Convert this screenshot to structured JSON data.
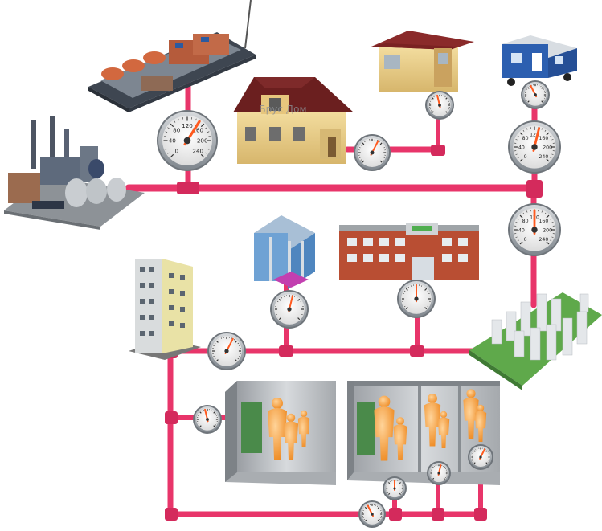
{
  "colors": {
    "pipe": "#e8356a",
    "pipe_joint": "#d42a5c",
    "gauge_rim": "#9aa0a6",
    "gauge_face": "#f4f4f4",
    "gauge_needle": "#ff5a1f",
    "people": "#f7a245",
    "room_wall": "#b8bcc0",
    "door": "#3f7a3f",
    "lawn": "#5fa94b"
  },
  "gauges": {
    "scale_labels": [
      "0",
      "40",
      "80",
      "120",
      "160",
      "200",
      "240"
    ],
    "large": [
      {
        "id": "source",
        "needle": 0.62
      },
      {
        "id": "junction",
        "needle": 0.55
      },
      {
        "id": "main-right",
        "needle": 0.5
      }
    ],
    "small": [
      {
        "id": "cottage",
        "needle": 0.6
      },
      {
        "id": "garden-house",
        "needle": 0.45
      },
      {
        "id": "cabin-trailer",
        "needle": 0.4
      },
      {
        "id": "office",
        "needle": 0.55
      },
      {
        "id": "school",
        "needle": 0.5
      },
      {
        "id": "tower",
        "needle": 0.6
      },
      {
        "id": "apartment-left",
        "needle": 0.45
      },
      {
        "id": "apartment-right-1",
        "needle": 0.5
      },
      {
        "id": "apartment-right-2",
        "needle": 0.55
      },
      {
        "id": "apartment-right-3",
        "needle": 0.6
      },
      {
        "id": "return-main",
        "needle": 0.4
      }
    ]
  },
  "buildings": {
    "cottage_sign": "Брус Дом"
  },
  "icons": {
    "refinery": "refinery-icon",
    "platform": "oil-platform-icon",
    "cottage": "cottage-icon",
    "garden_house": "garden-house-icon",
    "trailer": "cabin-trailer-icon",
    "office": "office-building-icon",
    "school": "school-building-icon",
    "tower": "residential-tower-icon",
    "district": "city-district-icon",
    "apartment": "apartment-icon",
    "family": "family-icon"
  }
}
